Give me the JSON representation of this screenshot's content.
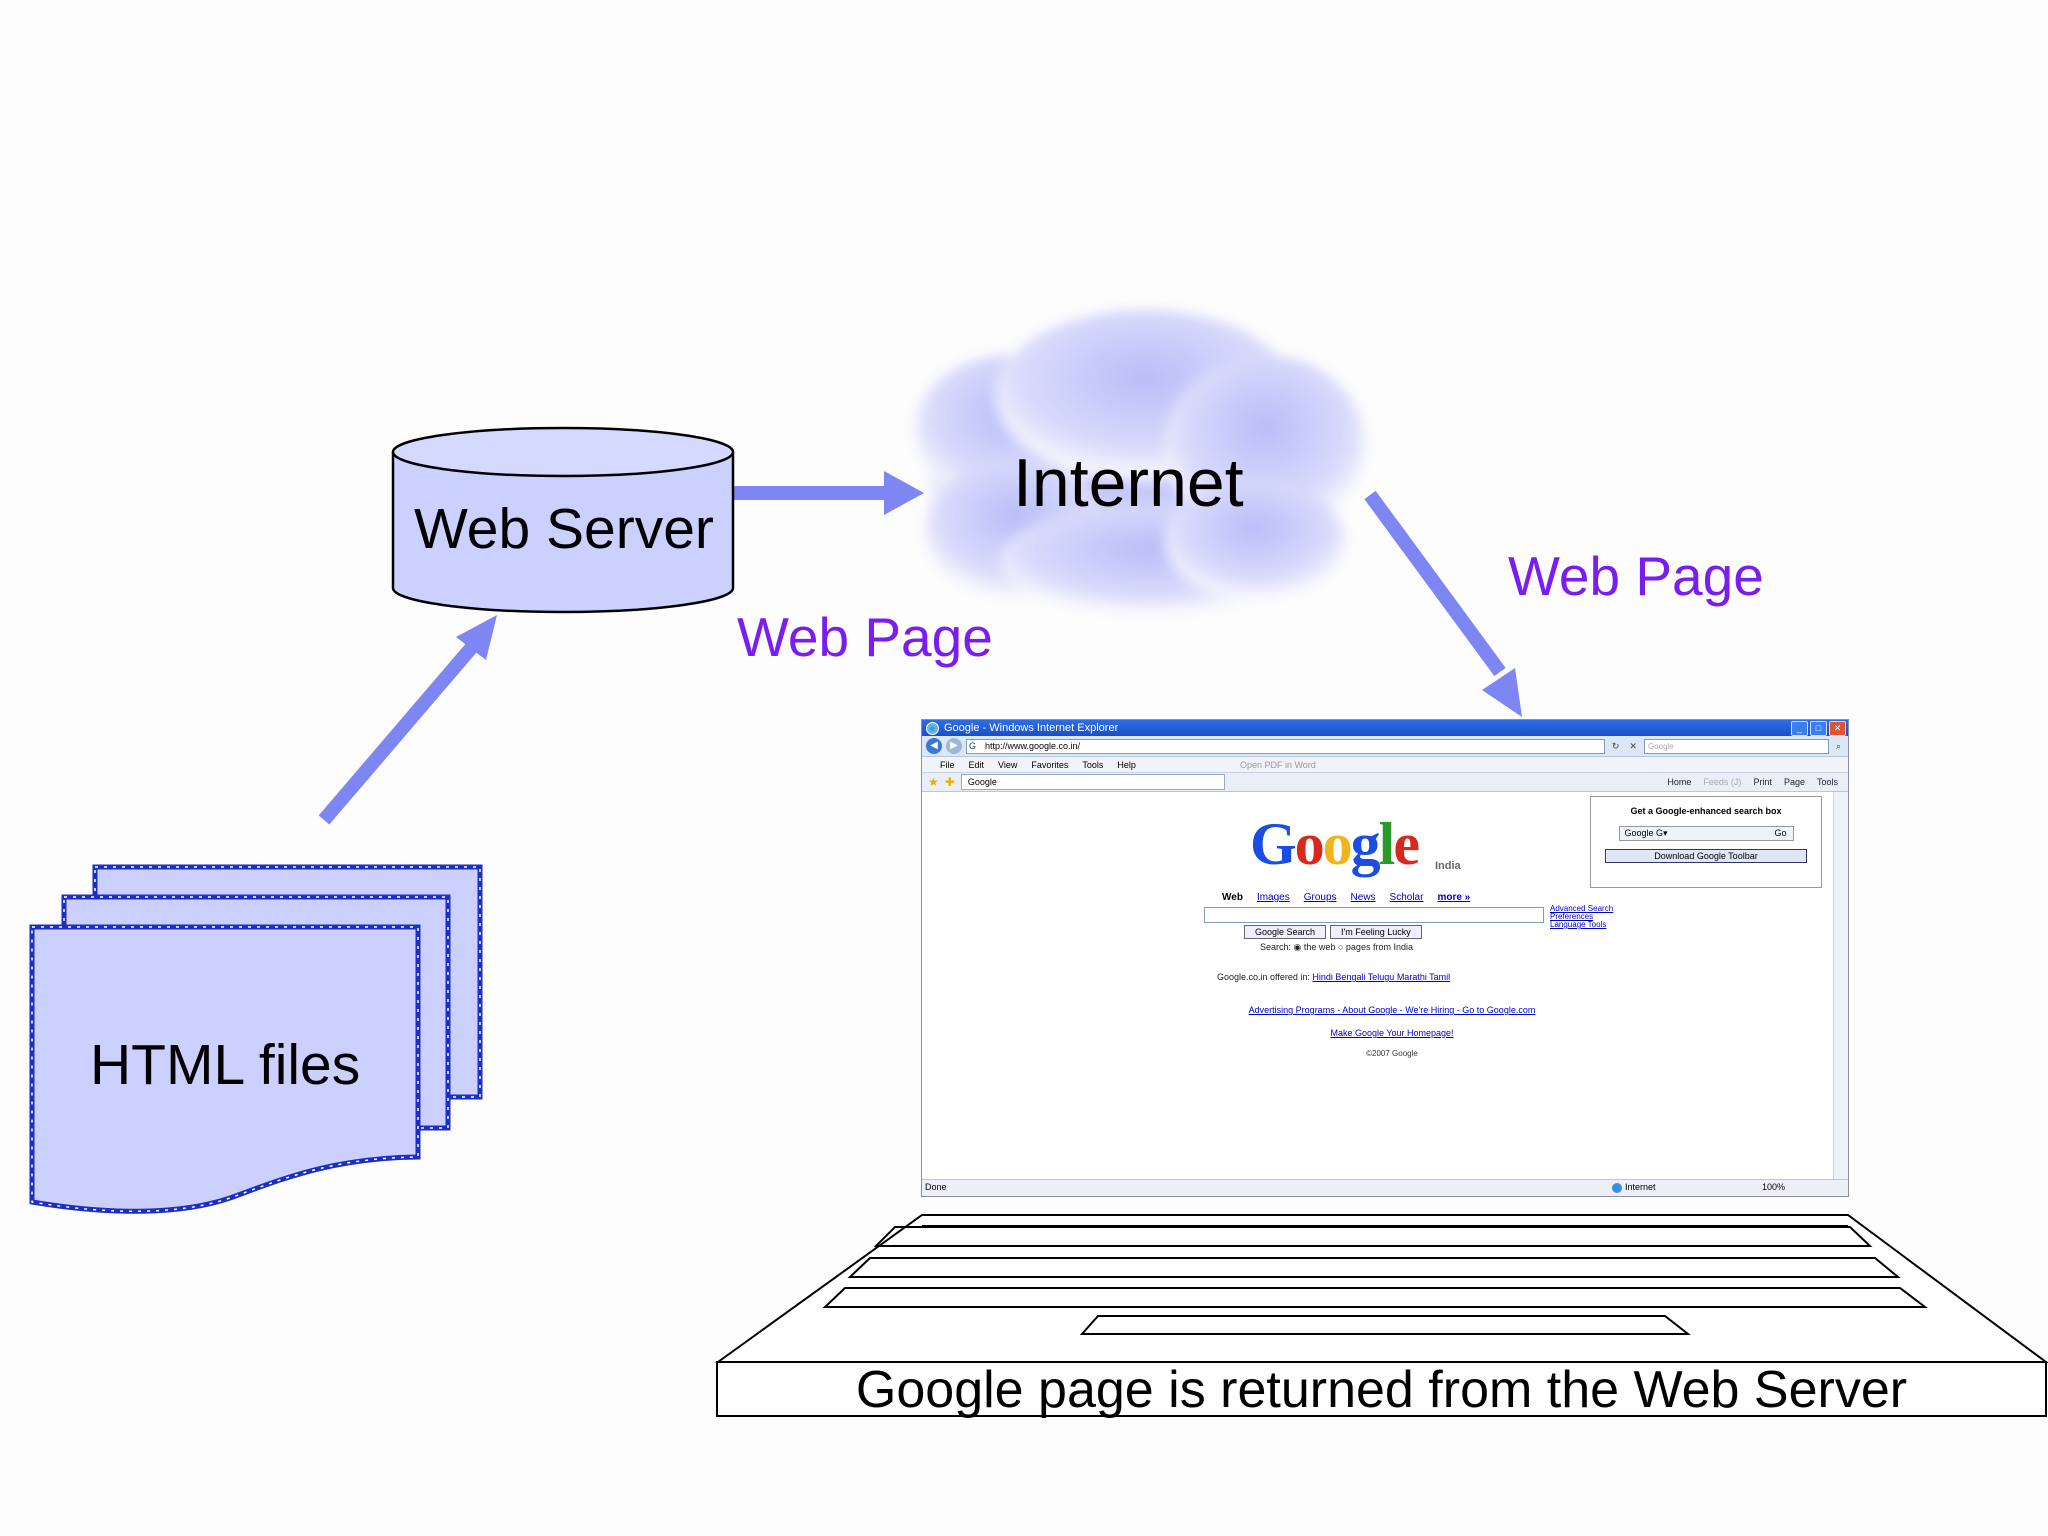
{
  "diagram": {
    "web_server_label": "Web Server",
    "internet_label": "Internet",
    "web_page_label_left": "Web Page",
    "web_page_label_right": "Web Page",
    "html_files_label": "HTML files",
    "caption": "Google page is returned from the Web Server"
  },
  "colors": {
    "shape_fill": "#ccd0ff",
    "arrow": "#7d86f2",
    "label_purple": "#7a1df0",
    "doc_border": "#1c2ec4"
  },
  "browser": {
    "title": "Google - Windows Internet Explorer",
    "address": "http://www.google.co.in/",
    "search_placeholder": "Google",
    "menu": [
      "File",
      "Edit",
      "View",
      "Favorites",
      "Tools",
      "Help"
    ],
    "open_pdf": "Open PDF in Word",
    "tab_label": "Google",
    "toolbar": [
      "Home",
      "Feeds (J)",
      "Print",
      "Page",
      "Tools"
    ],
    "logo": "Google",
    "logo_region": "India",
    "nav": [
      "Web",
      "Images",
      "Groups",
      "News",
      "Scholar",
      "more »"
    ],
    "adv_links": [
      "Advanced Search",
      "Preferences",
      "Language Tools"
    ],
    "search_button": "Google Search",
    "lucky_button": "I'm Feeling Lucky",
    "search_prefix": "Search:",
    "opt_web": "the web",
    "opt_india": "pages from India",
    "offered_prefix": "Google.co.in offered in:",
    "languages": "Hindi Bengali Telugu Marathi Tamil",
    "footer_links": "Advertising Programs - About Google - We're Hiring - Go to Google.com",
    "make_home": "Make Google Your Homepage!",
    "copyright": "©2007 Google",
    "promo_title": "Get a Google-enhanced search box",
    "promo_bar": "Google G▾",
    "promo_go": "Go",
    "promo_button": "Download Google Toolbar",
    "status_done": "Done",
    "status_zone": "Internet",
    "status_zoom": "100%"
  }
}
